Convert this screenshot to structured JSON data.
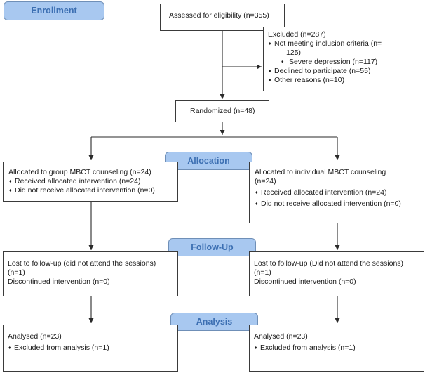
{
  "stages": {
    "enrollment": "Enrollment",
    "allocation": "Allocation",
    "followup": "Follow-Up",
    "analysis": "Analysis"
  },
  "assessed": "Assessed for eligibility (n=355)",
  "excluded": {
    "title": "Excluded (n=287)",
    "not_meeting_1": "Not meeting inclusion criteria (n=",
    "not_meeting_2": "125)",
    "severe_depression": "Severe depression (n=117)",
    "declined": "Declined to participate (n=55)",
    "other": "Other reasons (n=10)"
  },
  "randomized": "Randomized (n=48)",
  "allocation_group": {
    "title": "Allocated to group MBCT counseling (n=24)",
    "received": "Received allocated intervention (n=24)",
    "not_received": "Did not receive allocated intervention (n=0)"
  },
  "allocation_individual": {
    "title_1": "Allocated to individual MBCT counseling",
    "title_2": "(n=24)",
    "received": "Received allocated intervention (n=24)",
    "not_received": "Did not receive allocated intervention (n=0)"
  },
  "followup_group": {
    "lost_1": "Lost to follow-up (did not attend the sessions)",
    "lost_2": "(n=1)",
    "discontinued": "Discontinued intervention (n=0)"
  },
  "followup_individual": {
    "lost_1": "Lost to follow-up (Did not attend the sessions)",
    "lost_2": "(n=1)",
    "discontinued": "Discontinued intervention (n=0)"
  },
  "analysis_group": {
    "analysed": "Analysed (n=23)",
    "excluded": "Excluded from analysis (n=1)"
  },
  "analysis_individual": {
    "analysed": "Analysed (n=23)",
    "excluded": "Excluded from analysis (n=1)"
  }
}
